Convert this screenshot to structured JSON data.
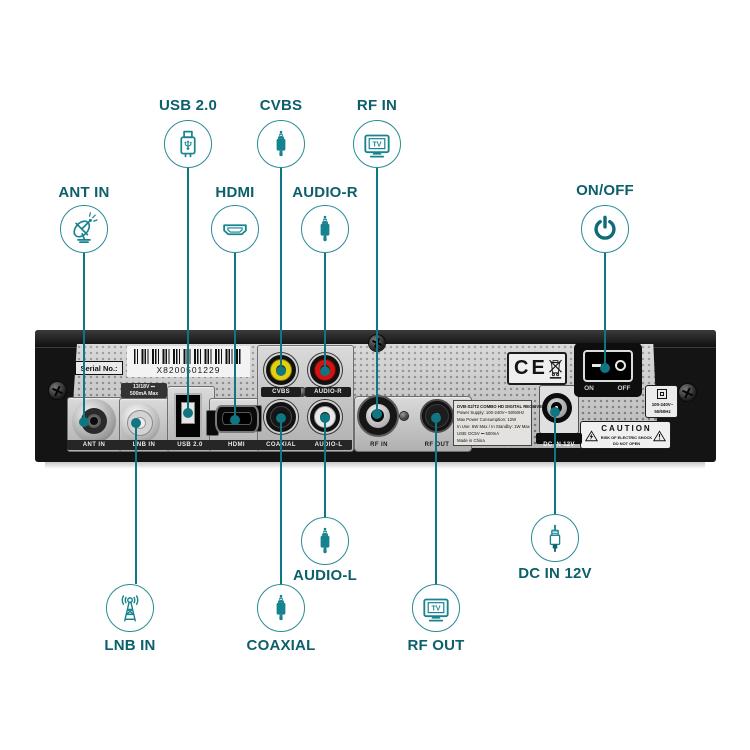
{
  "colors": {
    "teal_text": "#0c5f6b",
    "teal_stroke": "#17838f",
    "teal_line": "#0f7682",
    "panel_face": "#c6c6c6",
    "panel_black": "#141414",
    "rca_yellow": "#e3cf0e",
    "rca_red": "#cf1412",
    "rca_white": "#e9e9e7"
  },
  "icons": {
    "tv_text": "TV"
  },
  "callouts": {
    "usb": {
      "label": "USB 2.0",
      "icon": "usb-plug-icon"
    },
    "cvbs": {
      "label": "CVBS",
      "icon": "audio-jack-icon"
    },
    "rf_in": {
      "label": "RF IN",
      "icon": "tv-icon"
    },
    "ant_in": {
      "label": "ANT IN",
      "icon": "satellite-dish-icon"
    },
    "hdmi": {
      "label": "HDMI",
      "icon": "hdmi-connector-icon"
    },
    "audio_r": {
      "label": "AUDIO-R",
      "icon": "audio-jack-icon"
    },
    "on_off": {
      "label": "ON/OFF",
      "icon": "power-icon"
    },
    "lnb_in": {
      "label": "LNB IN",
      "icon": "antenna-tower-icon"
    },
    "coaxial": {
      "label": "COAXIAL",
      "icon": "audio-jack-icon"
    },
    "audio_l": {
      "label": "AUDIO-L",
      "icon": "audio-jack-icon"
    },
    "rf_out": {
      "label": "RF OUT",
      "icon": "tv-icon"
    },
    "dc_in": {
      "label": "DC IN 12V",
      "icon": "dc-plug-icon"
    }
  },
  "device": {
    "serial_label": "Serial No.:",
    "barcode_number": "X8200501229",
    "lnb_rating_line1": "13/18V ⎓",
    "lnb_rating_line2": "500mA Max",
    "port_labels": {
      "ant_in": "ANT IN",
      "lnb_in": "LNB IN",
      "usb": "USB 2.0",
      "hdmi": "HDMI",
      "cvbs": "CVBS",
      "audio_r": "AUDIO-R",
      "coaxial": "COAXIAL",
      "audio_l": "AUDIO-L",
      "rf_in": "RF IN",
      "rf_out": "RF OUT",
      "dc_in": "DC IN 12V"
    },
    "spec_lines": [
      "DVB-S2/T2 COMBO HD DIGITAL RECEIVER",
      "Power Supply: 100-240V~ 50/60Hz",
      "Max Power Consumption: 12W",
      "In Use: 6W Max / In Standby: 1W Max",
      "USB: DC5V ⎓ 500mA",
      "Made in China"
    ],
    "ce_mark": "CE",
    "switch_on": "ON",
    "switch_off": "OFF",
    "voltage_line1": "100-240V~",
    "voltage_line2": "50/60Hz",
    "caution_title": "CAUTION",
    "caution_line1": "RISK OF ELECTRIC SHOCK",
    "caution_line2": "DO NOT OPEN"
  }
}
